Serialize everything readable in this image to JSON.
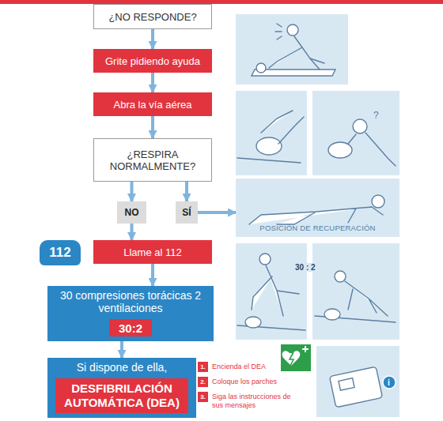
{
  "diagram": {
    "nodes": [
      {
        "text": [
          "¿NO RESPONDE?"
        ]
      },
      {
        "text": [
          "Grite pidiendo ayuda"
        ]
      },
      {
        "text": [
          "Abra la vía aérea"
        ]
      },
      {
        "text": [
          "¿RESPIRA NORMALMENTE?"
        ]
      },
      {
        "text": [
          "NO"
        ]
      },
      {
        "text": [
          "SÍ"
        ]
      },
      {
        "text": [
          "POSICIÓN DE RECUPERACIÓN"
        ]
      },
      {
        "text": [
          "112"
        ]
      },
      {
        "text": [
          "Llame al 112"
        ]
      },
      {
        "text": [
          "30 compresiones torácicas 2 ventilaciones"
        ]
      },
      {
        "text": [
          "30:2"
        ],
        "in": 9
      },
      {
        "text": [
          "Si dispone de ella,"
        ]
      },
      {
        "text": [
          "DESFIBRILACIÓN AUTOMÁTICA (DEA)"
        ],
        "in": 11
      }
    ],
    "edges": [
      {
        "from": 0,
        "to": 1,
        "arrow": "to"
      },
      {
        "from": 1,
        "to": 2,
        "arrow": "to"
      },
      {
        "from": 2,
        "to": 3,
        "arrow": "to"
      },
      {
        "from": 3,
        "to": 4,
        "arrow": "to"
      },
      {
        "from": 3,
        "to": 5,
        "arrow": "to"
      },
      {
        "from": 5,
        "to": 6,
        "arrow": "to"
      },
      {
        "from": 4,
        "to": 8,
        "arrow": "to"
      },
      {
        "from": 8,
        "to": 9,
        "arrow": "to"
      },
      {
        "from": 9,
        "to": 11,
        "arrow": "to"
      }
    ],
    "labels": [
      "30 : 2",
      "1.",
      "Encienda el DEA",
      "2.",
      "Coloque los parches",
      "3.",
      "Siga las instrucciones de sus mensajes"
    ]
  }
}
